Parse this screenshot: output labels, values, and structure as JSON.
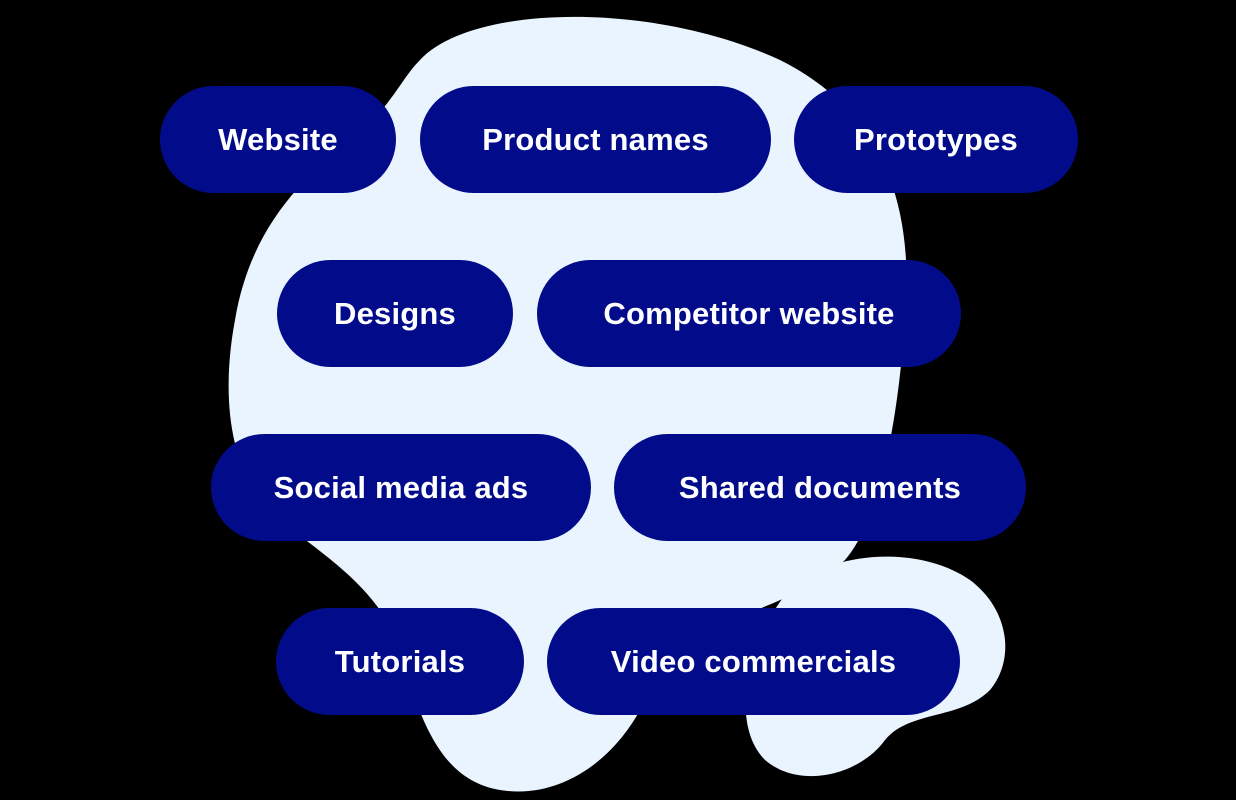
{
  "colors": {
    "background": "#000000",
    "blob": "#eaf4fe",
    "pill": "#020c8a",
    "pill_text": "#ffffff"
  },
  "pills": [
    {
      "label": "Website"
    },
    {
      "label": "Product names"
    },
    {
      "label": "Prototypes"
    },
    {
      "label": "Designs"
    },
    {
      "label": "Competitor website"
    },
    {
      "label": "Social media ads"
    },
    {
      "label": "Shared documents"
    },
    {
      "label": "Tutorials"
    },
    {
      "label": "Video commercials"
    }
  ]
}
